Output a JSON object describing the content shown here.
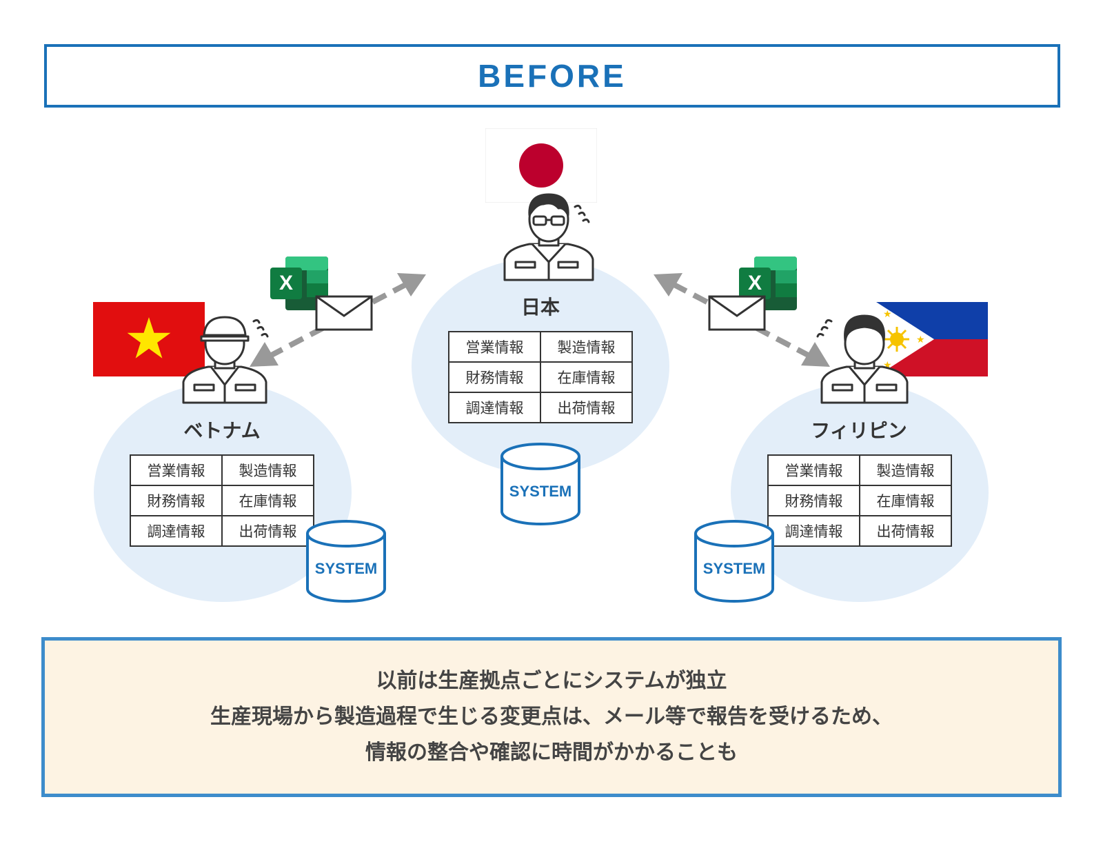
{
  "header": {
    "title": "BEFORE"
  },
  "sites": {
    "japan": {
      "name": "日本",
      "cells": [
        "営業情報",
        "製造情報",
        "財務情報",
        "在庫情報",
        "調達情報",
        "出荷情報"
      ],
      "system_label": "SYSTEM"
    },
    "vietnam": {
      "name": "ベトナム",
      "cells": [
        "営業情報",
        "製造情報",
        "財務情報",
        "在庫情報",
        "調達情報",
        "出荷情報"
      ],
      "system_label": "SYSTEM"
    },
    "philippines": {
      "name": "フィリピン",
      "cells": [
        "営業情報",
        "製造情報",
        "財務情報",
        "在庫情報",
        "調達情報",
        "出荷情報"
      ],
      "system_label": "SYSTEM"
    }
  },
  "excel_letter": "X",
  "icons": [
    "flag-japan-icon",
    "flag-vietnam-icon",
    "flag-philippines-icon",
    "worker-icon",
    "excel-icon",
    "mail-icon",
    "database-icon",
    "dashed-arrow-icon"
  ],
  "colors": {
    "accent": "#1a71b8",
    "circle": "#e3eef9",
    "footer_bg": "#fdf3e3",
    "arrow": "#999999",
    "excel_green": "#107c41"
  },
  "footer": {
    "lines": [
      "以前は生産拠点ごとにシステムが独立",
      "生産現場から製造過程で生じる変更点は、メール等で報告を受けるため、",
      "情報の整合や確認に時間がかかることも"
    ]
  }
}
